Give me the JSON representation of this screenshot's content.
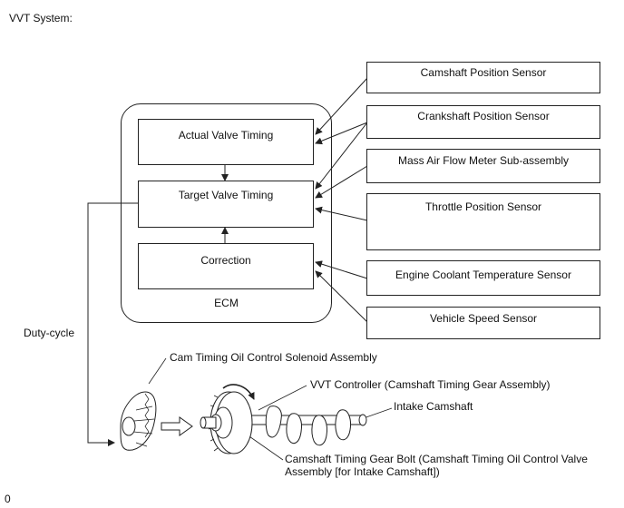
{
  "title": "VVT System:",
  "ecm": {
    "label": "ECM",
    "blocks": [
      "Actual Valve Timing",
      "Target Valve Timing",
      "Correction"
    ]
  },
  "sensors": [
    "Camshaft Position Sensor",
    "Crankshaft Position Sensor",
    "Mass Air Flow Meter Sub-assembly",
    "Throttle Position Sensor",
    "Engine Coolant Temperature Sensor",
    "Vehicle Speed Sensor"
  ],
  "signal_label": "Duty-cycle",
  "components": {
    "ocv": "Cam Timing Oil Control Solenoid Assembly",
    "vvt_controller": "VVT Controller (Camshaft Timing Gear Assembly)",
    "intake_camshaft": "Intake Camshaft",
    "bolt_line1": "Camshaft Timing Gear Bolt (Camshaft Timing Oil Control Valve",
    "bolt_line2": "Assembly [for Intake Camshaft])"
  },
  "footer_code": "0"
}
